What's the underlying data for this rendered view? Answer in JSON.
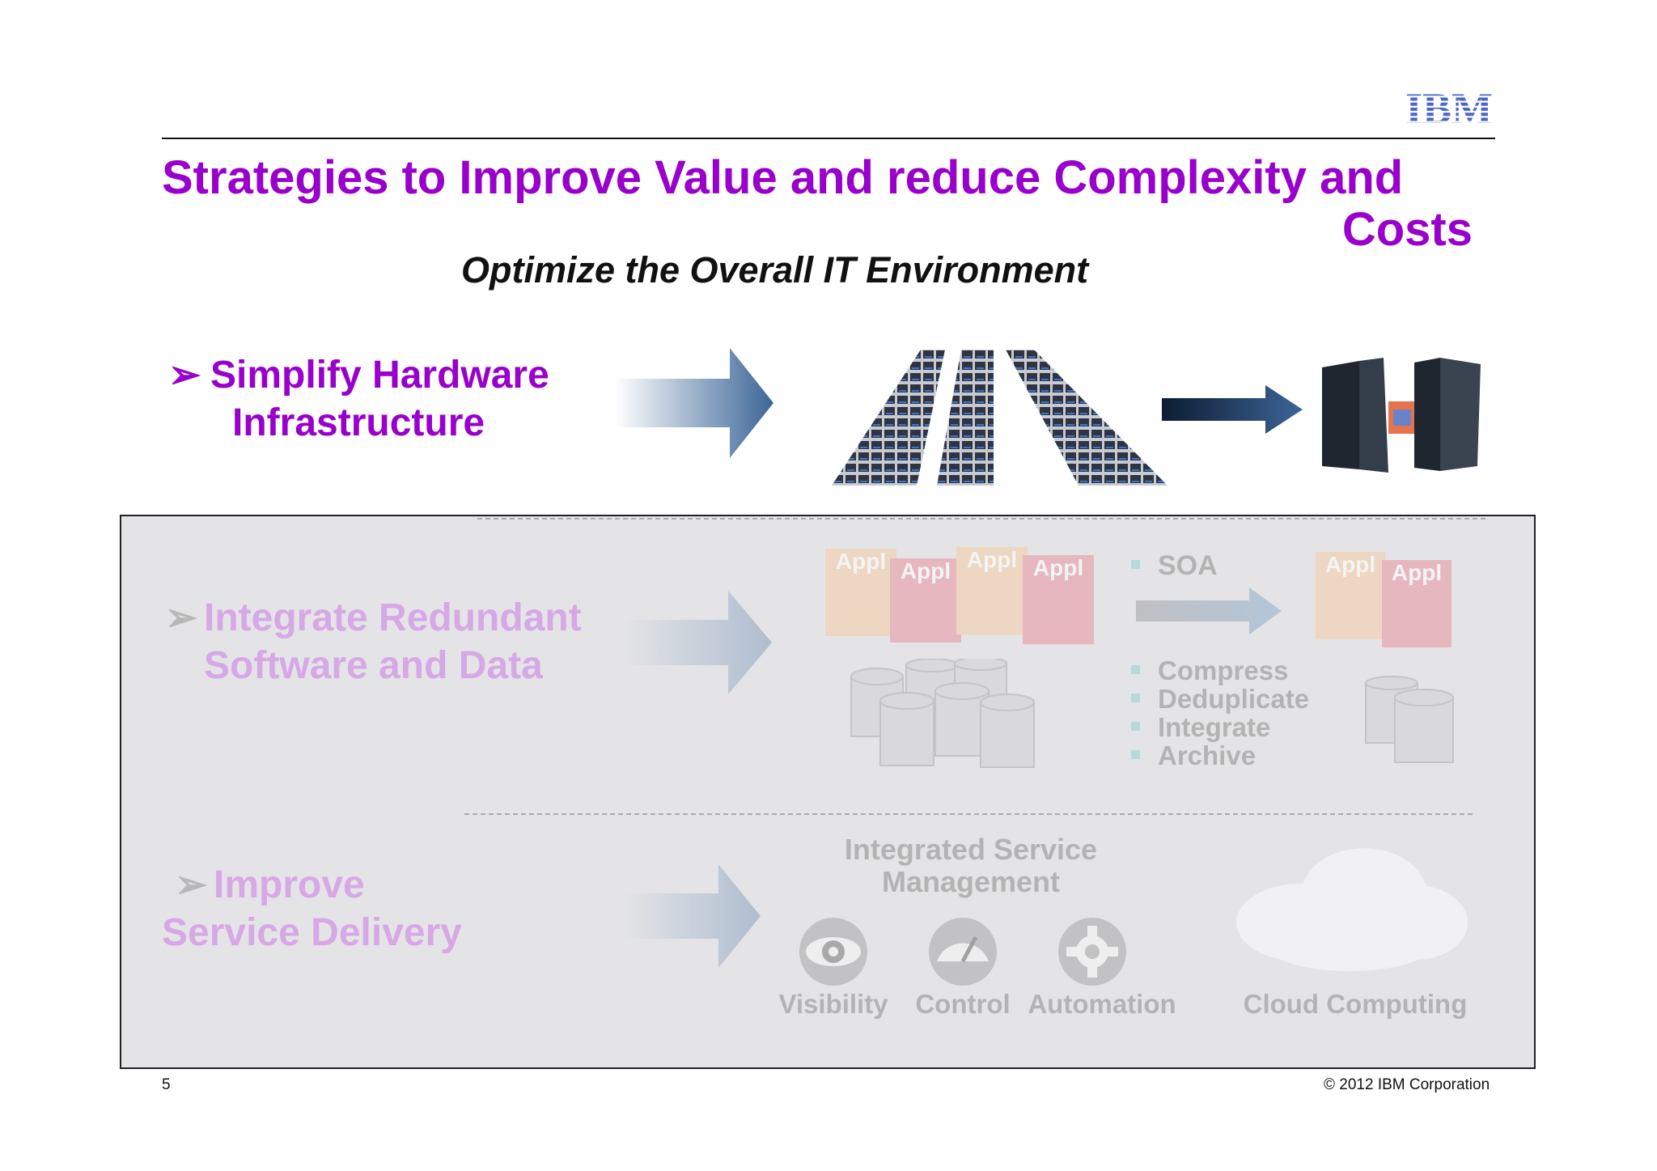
{
  "logo": {
    "text": "IBM",
    "color": "#4a66c6"
  },
  "title": {
    "line1": "Strategies to Improve Value and reduce Complexity and",
    "line2": "Costs",
    "color": "#9900cc"
  },
  "subtitle": "Optimize the Overall IT Environment",
  "sections": [
    {
      "bullet": "➢",
      "line1": "Simplify Hardware",
      "line2": "Infrastructure"
    },
    {
      "bullet": "➢",
      "line1": "Integrate Redundant",
      "line2": "Software and Data"
    },
    {
      "bullet": "➢",
      "line1": "Improve",
      "line2": "Service Delivery"
    }
  ],
  "apps": {
    "label": "Appl"
  },
  "soa": "SOA",
  "data_steps": [
    "Compress",
    "Deduplicate",
    "Integrate",
    "Archive"
  ],
  "ism": {
    "line1": "Integrated Service",
    "line2": "Management"
  },
  "icons": [
    {
      "label": "Visibility",
      "icon": "eye-icon"
    },
    {
      "label": "Control",
      "icon": "gauge-icon"
    },
    {
      "label": "Automation",
      "icon": "gear-icon"
    }
  ],
  "cloud_label": "Cloud Computing",
  "footer": {
    "page_number": "5",
    "copyright": "© 2012 IBM Corporation"
  }
}
